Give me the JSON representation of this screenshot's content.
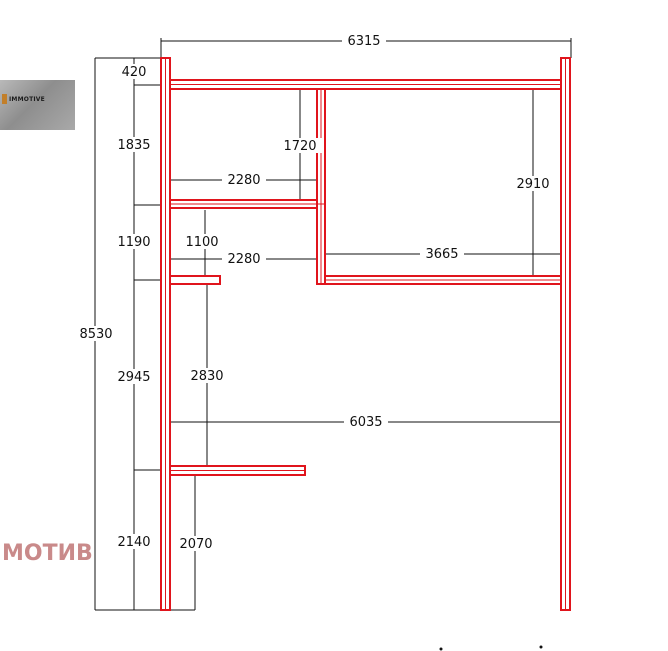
{
  "logo": {
    "brand_text": "IMMOTIVE"
  },
  "watermark": {
    "text": "МОТИВ"
  },
  "dimensions": {
    "overall_width": "6315",
    "overall_height": "8530",
    "left_top_offset": "420",
    "left_room1_height": "1835",
    "left_room2_height": "1190",
    "left_room3_height": "2945",
    "left_room4_height": "2140",
    "room1_inner_height": "1720",
    "room1_width": "2280",
    "room2_door_width": "1100",
    "room2_width": "2280",
    "big_room_width": "3665",
    "big_room_height": "2910",
    "corridor_height": "2830",
    "corridor_width": "6035",
    "bottom_left_height": "2070"
  },
  "colors": {
    "wall": "#e0141c",
    "dimension": "#111111",
    "watermark": "#c98a8a"
  }
}
